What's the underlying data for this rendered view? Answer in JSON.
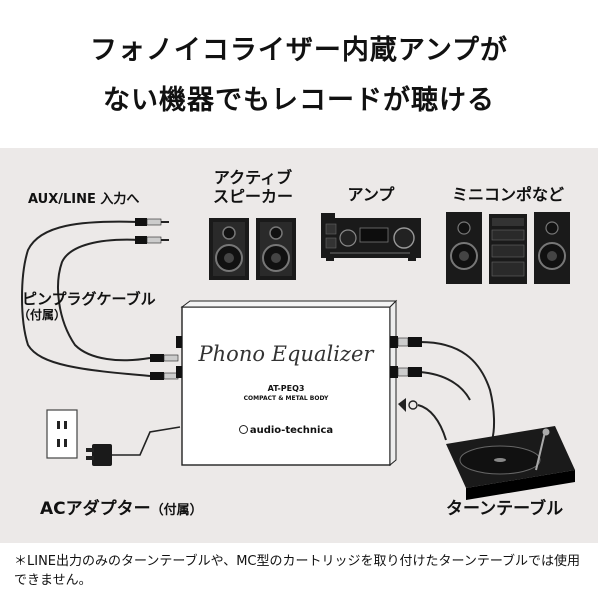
{
  "header": {
    "title_line1": "フォノイコライザー内蔵アンプが",
    "title_line2": "ない機器でもレコードが聴ける"
  },
  "labels": {
    "aux_line": "AUX/LINE 入力へ",
    "speaker_line1": "アクティブ",
    "speaker_line2": "スピーカー",
    "amp": "アンプ",
    "minicompo": "ミニコンポなど",
    "pin_plug_cable": "ピンプラグケーブル",
    "pin_plug_cable_sub": "（付属）",
    "ac_adapter": "ACアダプター",
    "ac_adapter_sub": "（付属）",
    "turntable": "ターンテーブル"
  },
  "device": {
    "script_title": "Phono Equalizer",
    "model": "AT-PEQ3",
    "tagline": "COMPACT & METAL BODY",
    "brand": "audio-technica"
  },
  "footnote": "＊LINE出力のみのターンテーブルや、MC型のカートリッジを取り付けたターンテーブルでは使用できません。"
}
